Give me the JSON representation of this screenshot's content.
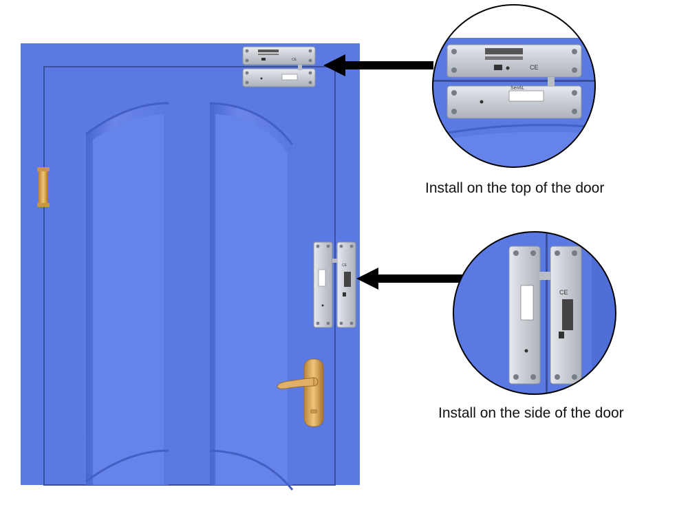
{
  "captions": {
    "top_install": "Install on the top of the door",
    "side_install": "Install on the side of the door"
  },
  "lock": {
    "ce_mark": "CE",
    "brand_text": "Sen6L"
  },
  "colors": {
    "door_blue": "#5b79e3",
    "door_panel_light": "#6a86ea",
    "door_panel_dark": "#4a67d2",
    "frame_line": "#3a4f9c",
    "lock_silver": "#c9ced6",
    "hardware_gold": "#d4a558",
    "arrow": "#000000"
  }
}
